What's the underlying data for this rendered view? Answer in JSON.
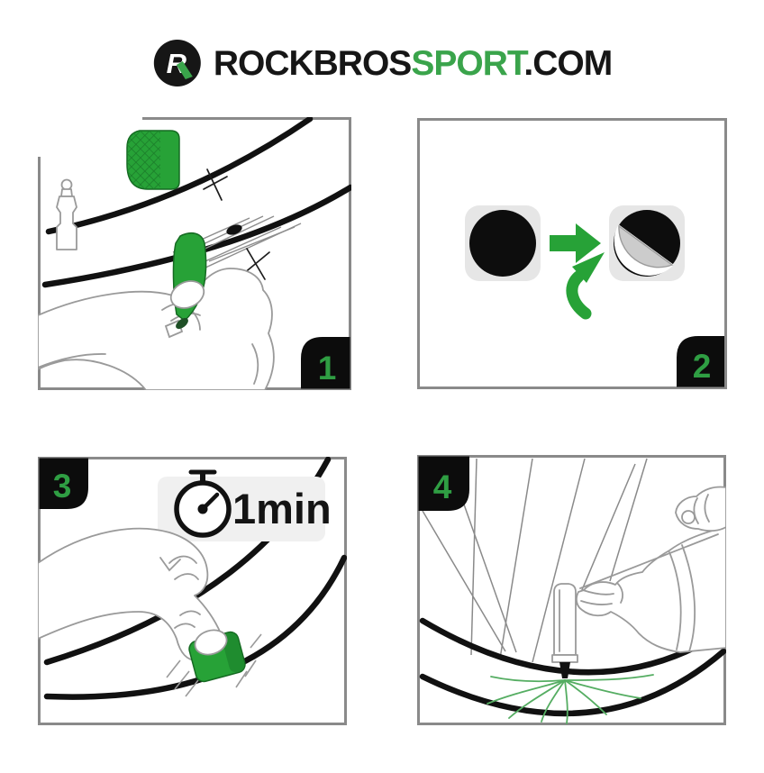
{
  "header": {
    "logo_letter": "R",
    "brand_primary": "ROCKBROS",
    "brand_highlight": "SPORT",
    "brand_tld": ".COM"
  },
  "steps": [
    {
      "number": "1"
    },
    {
      "number": "2"
    },
    {
      "number": "3"
    },
    {
      "number": "4"
    }
  ],
  "panel3": {
    "timer_label": "1min"
  },
  "icons": {
    "header": "rockbros-logo-icon",
    "panel1": [
      "patch-icon",
      "valve-icon",
      "scraper-tool-icon",
      "puncture-mark"
    ],
    "panel2": [
      "patch-round-icon",
      "arrow-right-icon",
      "peel-curved-arrow-icon"
    ],
    "panel3": [
      "stopwatch-icon",
      "patch-press-icon"
    ],
    "panel4": [
      "inflator-valve-icon",
      "sealant-spray-lines"
    ]
  },
  "colors": {
    "green": "#27a237",
    "green_dark": "#156a22",
    "badge_digit": "#2f9e43",
    "badge_bg": "#0c0c0c",
    "panel_border": "#8a8a8a",
    "line_black": "#111111",
    "sketch_gray": "#9a9a9a",
    "patch_backing": "#e6e6e6",
    "flap_gray": "#cccccc",
    "spray_green": "#55ad62",
    "timer_bg": "#f0f0f0",
    "brand_black": "#161616",
    "brand_green": "#3aa44b"
  }
}
